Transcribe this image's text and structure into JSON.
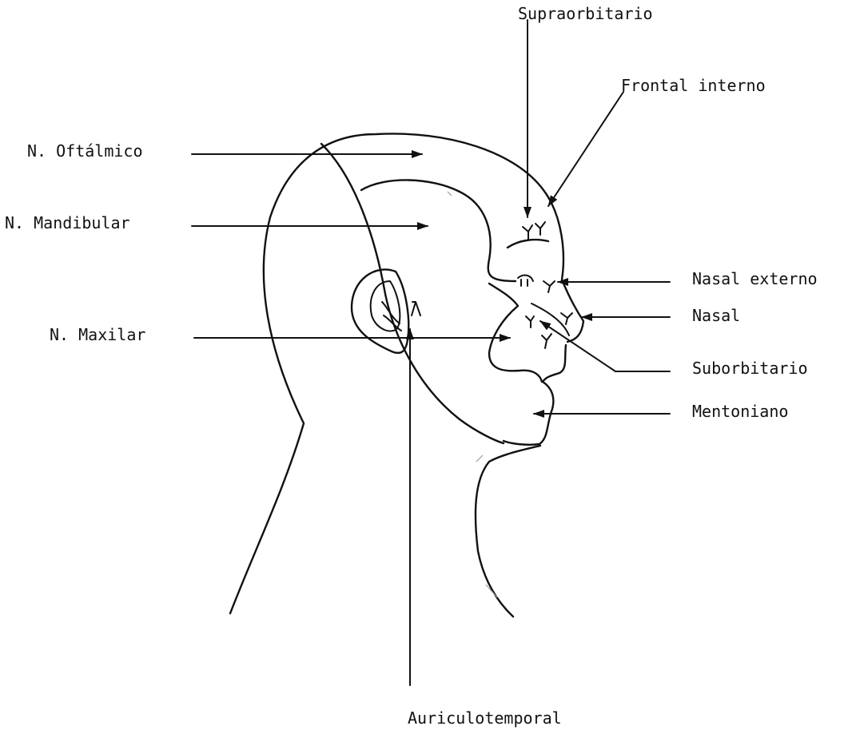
{
  "labels": {
    "supraorbitario": "Supraorbitario",
    "frontal_interno": "Frontal interno",
    "oftalmico": "N. Oftálmico",
    "mandibular": "N. Mandibular",
    "maxilar": "N. Maxilar",
    "nasal_externo": "Nasal externo",
    "nasal": "Nasal",
    "suborbitario": "Suborbitario",
    "mentoniano": "Mentoniano",
    "auriculotemporal": "Auriculotemporal"
  },
  "colors": {
    "ink": "#111111",
    "background": "#ffffff"
  }
}
